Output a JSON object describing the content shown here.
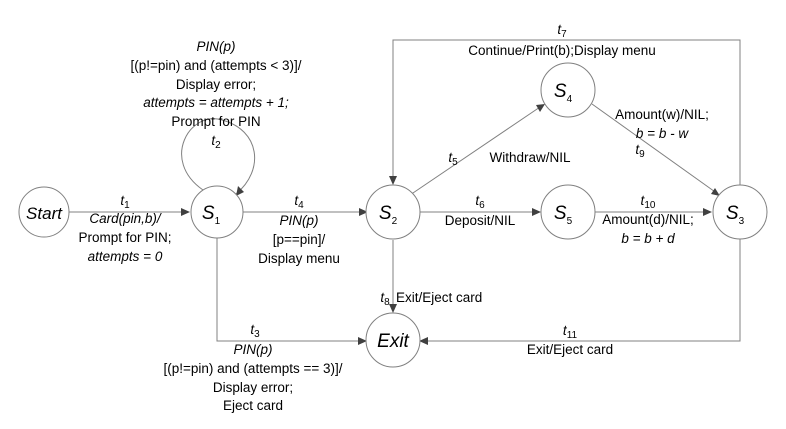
{
  "states": {
    "start": "Start",
    "s1": {
      "letter": "S",
      "sub": "1"
    },
    "s2": {
      "letter": "S",
      "sub": "2"
    },
    "s3": {
      "letter": "S",
      "sub": "3"
    },
    "s4": {
      "letter": "S",
      "sub": "4"
    },
    "s5": {
      "letter": "S",
      "sub": "5"
    },
    "exit": "Exit"
  },
  "transitions": {
    "t1": {
      "letter": "t",
      "sub": "1",
      "event": "Card(pin,b)/",
      "action1": "Prompt for PIN;",
      "action2": "attempts = 0"
    },
    "t2": {
      "letter": "t",
      "sub": "2",
      "event": "PIN(p)",
      "guard": "[(p!=pin) and (attempts < 3)]/",
      "action1": "Display error;",
      "action2": "attempts = attempts + 1;",
      "action3": "Prompt for PIN"
    },
    "t3": {
      "letter": "t",
      "sub": "3",
      "event": "PIN(p)",
      "guard": "[(p!=pin) and (attempts == 3)]/",
      "action1": "Display error;",
      "action2": "Eject card"
    },
    "t4": {
      "letter": "t",
      "sub": "4",
      "event": "PIN(p)",
      "guard": "[p==pin]/",
      "action1": "Display menu"
    },
    "t5": {
      "letter": "t",
      "sub": "5",
      "label": "Withdraw/NIL"
    },
    "t6": {
      "letter": "t",
      "sub": "6",
      "label": "Deposit/NIL"
    },
    "t7": {
      "letter": "t",
      "sub": "7",
      "label": "Continue/Print(b);Display menu"
    },
    "t8": {
      "letter": "t",
      "sub": "8",
      "label": "Exit/Eject card"
    },
    "t9": {
      "letter": "t",
      "sub": "9",
      "event": "Amount(w)/NIL;",
      "action1": "b = b - w"
    },
    "t10": {
      "letter": "t",
      "sub": "10",
      "event": "Amount(d)/NIL;",
      "action1": "b = b + d"
    },
    "t11": {
      "letter": "t",
      "sub": "11",
      "label": "Exit/Eject card"
    }
  },
  "colors": {
    "line": "#808080",
    "arrow": "#404040",
    "text": "#000000",
    "background": "#ffffff"
  }
}
